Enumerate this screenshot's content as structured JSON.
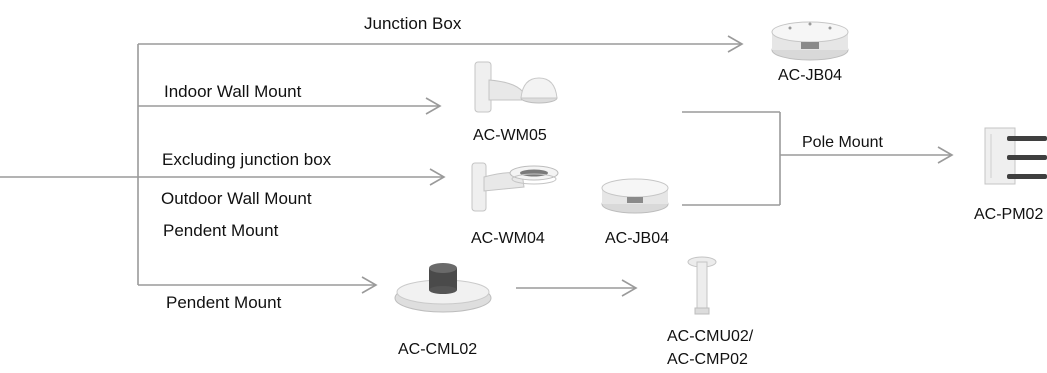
{
  "branches": {
    "junction_box": "Junction Box",
    "indoor_wall_mount": "Indoor Wall Mount",
    "excluding_junction_box": "Excluding junction box",
    "outdoor_wall_mount": "Outdoor Wall Mount",
    "pendent_mount_upper": "Pendent Mount",
    "pendent_mount_lower": "Pendent Mount",
    "pole_mount": "Pole Mount"
  },
  "products": {
    "jb04_top": "AC-JB04",
    "wm05": "AC-WM05",
    "wm04": "AC-WM04",
    "jb04_mid": "AC-JB04",
    "pm02": "AC-PM02",
    "cml02": "AC-CML02",
    "cmu02_line1": "AC-CMU02/",
    "cmu02_line2": "AC-CMP02"
  },
  "colors": {
    "line": "#9a9a9a",
    "device": "#e9e9e9",
    "device_edge": "#bdbdbd",
    "dark": "#4a4a4a"
  },
  "icons": [
    "junction-box-icon",
    "wall-mount-icon",
    "pole-mount-icon",
    "pendent-cap-icon",
    "pendent-tube-icon"
  ]
}
